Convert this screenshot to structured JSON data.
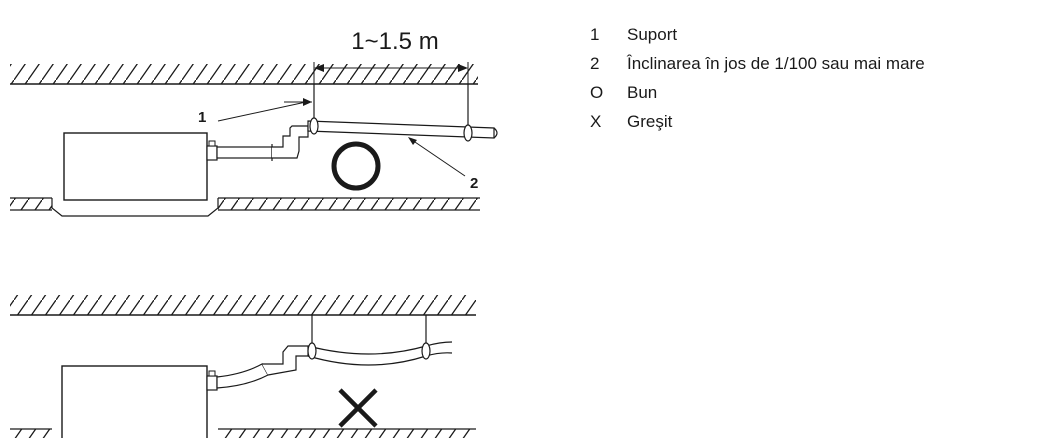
{
  "diagram": {
    "dimension_label": "1~1.5 m",
    "callout_1": "1",
    "callout_2": "2"
  },
  "legend": {
    "items": [
      {
        "key": "1",
        "text": "Suport"
      },
      {
        "key": "2",
        "text": "Înclinarea în jos de 1/100 sau mai mare"
      },
      {
        "key": "O",
        "text": "Bun"
      },
      {
        "key": "X",
        "text": "Greşit"
      }
    ]
  },
  "colors": {
    "line": "#1a1a1a",
    "background": "#ffffff"
  }
}
